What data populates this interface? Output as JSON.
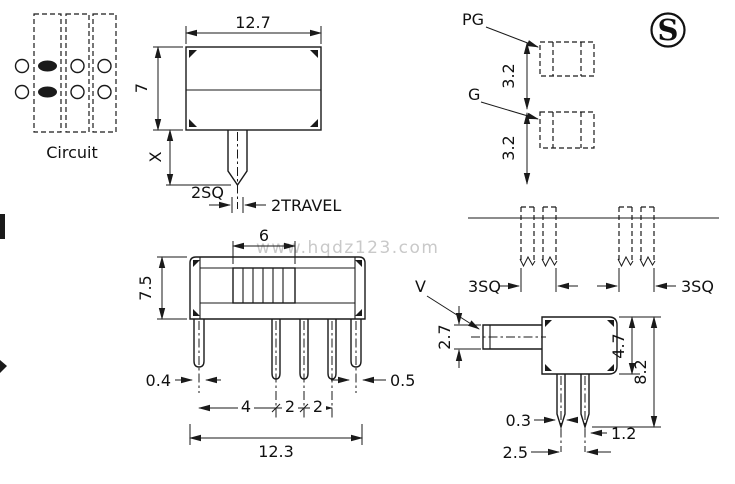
{
  "watermark": {
    "text": "www.hqdz123.com"
  },
  "logo": {
    "letter": "S"
  },
  "circuit": {
    "label": "Circuit"
  },
  "top_view": {
    "width": "12.7",
    "height": "7",
    "stem_length": "X",
    "stem_square": "2SQ",
    "travel": "2TRAVEL"
  },
  "terminals": {
    "pg_label": "PG",
    "pg_height": "3.2",
    "g_label": "G",
    "g_height": "3.2",
    "square_left": "3SQ",
    "square_right": "3SQ"
  },
  "front_view": {
    "knob_width": "6",
    "body_height": "7.5",
    "pin_width_left": "0.4",
    "pin_width_right": "0.5",
    "pitch_1": "4",
    "pitch_2": "2",
    "pitch_3": "2",
    "total_width": "12.3"
  },
  "side_view": {
    "actuator_label": "V",
    "actuator_height": "2.7",
    "body_height": "4.7",
    "total_height": "8.2",
    "pin_thickness": "0.3",
    "pin_offset": "1.2",
    "pin_pitch": "2.5"
  },
  "colors": {
    "line": "#1a1a1a",
    "watermark": "#c9c9c9",
    "background": "#ffffff"
  }
}
